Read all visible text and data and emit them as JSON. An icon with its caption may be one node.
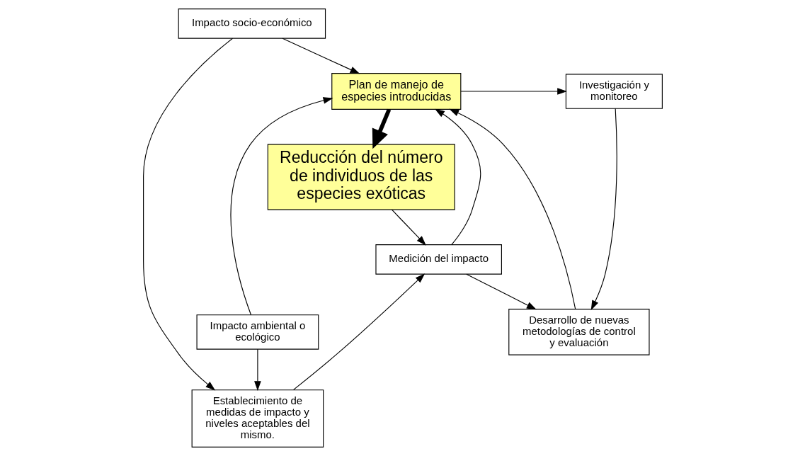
{
  "diagram": {
    "nodes": [
      {
        "text": [
          "Impacto socio-económico"
        ]
      },
      {
        "text": [
          "Plan de manejo de especies introducidas"
        ]
      },
      {
        "text": [
          "Investigación y monitoreo"
        ]
      },
      {
        "text": [
          "Impacto ambiental o ecológico"
        ]
      },
      {
        "text": [
          "Desarrollo de nuevas metodologías de control y evaluación"
        ]
      },
      {
        "text": [
          "Reducción del número de individuos de las especies exóticas"
        ]
      },
      {
        "text": [
          "Establecimiento de medidas de impacto y niveles aceptables del mismo."
        ]
      },
      {
        "text": [
          "Medición del impacto"
        ]
      }
    ],
    "edges": [
      {
        "from": 0,
        "to": 1,
        "arrow": "to"
      },
      {
        "from": 3,
        "to": 1,
        "arrow": "to"
      },
      {
        "from": 1,
        "to": 2,
        "arrow": "to"
      },
      {
        "from": 2,
        "to": 4,
        "arrow": "to"
      },
      {
        "from": 1,
        "to": 5,
        "arrow": "to",
        "style": "thick"
      },
      {
        "from": 4,
        "to": 1,
        "arrow": "to"
      },
      {
        "from": 7,
        "to": 1,
        "arrow": "to"
      },
      {
        "from": 7,
        "to": 4,
        "arrow": "to"
      },
      {
        "from": 0,
        "to": 6,
        "arrow": "to"
      },
      {
        "from": 3,
        "to": 6,
        "arrow": "to"
      },
      {
        "from": 5,
        "to": 7,
        "arrow": "to"
      },
      {
        "from": 6,
        "to": 7,
        "arrow": "to"
      }
    ]
  }
}
